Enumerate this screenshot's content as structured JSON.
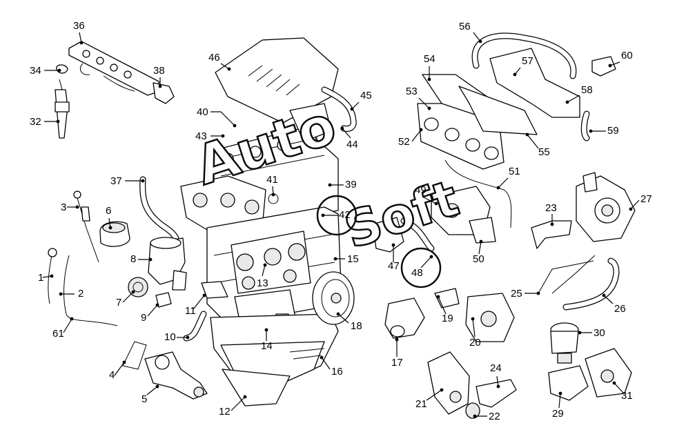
{
  "diagram": {
    "parts": [
      "1",
      "2",
      "3",
      "4",
      "5",
      "6",
      "7",
      "8",
      "9",
      "10",
      "11",
      "12",
      "13",
      "14",
      "15",
      "16",
      "17",
      "18",
      "19",
      "20",
      "21",
      "22",
      "23",
      "24",
      "25",
      "26",
      "27",
      "29",
      "30",
      "31",
      "32",
      "34",
      "36",
      "37",
      "38",
      "39",
      "40",
      "41",
      "42",
      "43",
      "44",
      "45",
      "46",
      "47",
      "48",
      "49",
      "50",
      "51",
      "52",
      "53",
      "54",
      "55",
      "56",
      "57",
      "58",
      "59",
      "60",
      "61"
    ]
  }
}
